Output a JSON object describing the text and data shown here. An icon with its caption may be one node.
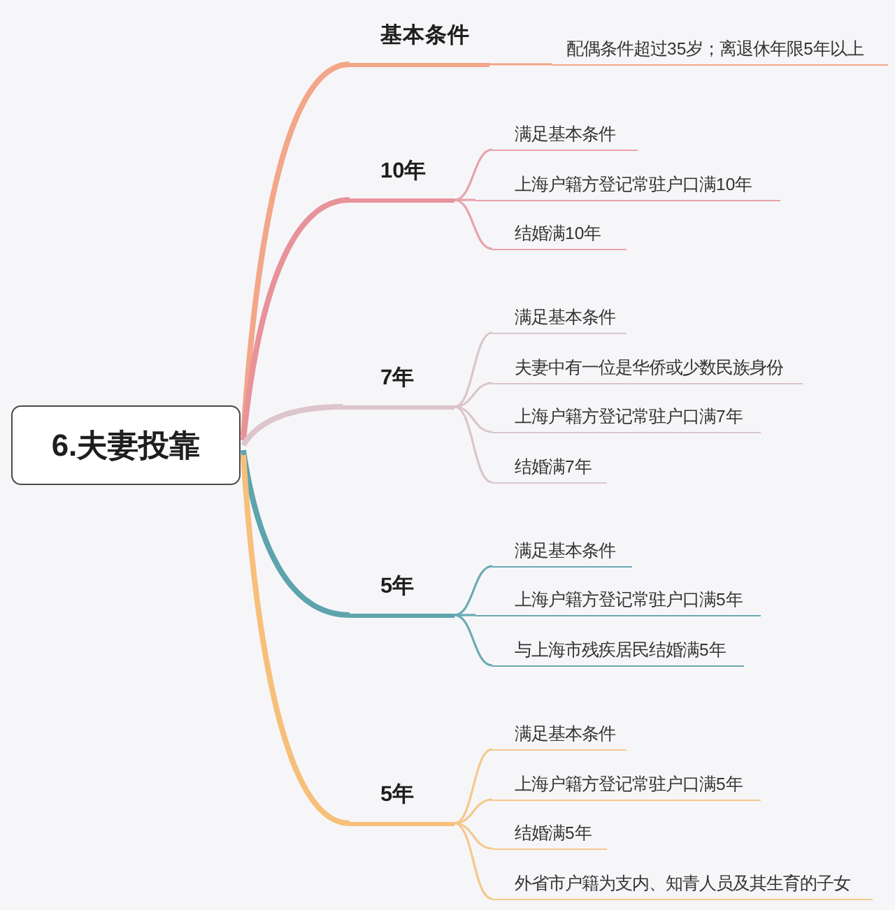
{
  "diagram": {
    "nodes": [
      {
        "text": [
          "6.夫妻投靠"
        ]
      },
      {
        "text": [
          "基本条件"
        ]
      },
      {
        "text": [
          "配偶条件超过35岁；离退休年限5年以上"
        ]
      },
      {
        "text": [
          "10年"
        ]
      },
      {
        "text": [
          "满足基本条件"
        ]
      },
      {
        "text": [
          "上海户籍方登记常驻户口满10年"
        ]
      },
      {
        "text": [
          "结婚满10年"
        ]
      },
      {
        "text": [
          "7年"
        ]
      },
      {
        "text": [
          "满足基本条件"
        ]
      },
      {
        "text": [
          "夫妻中有一位是华侨或少数民族身份"
        ]
      },
      {
        "text": [
          "上海户籍方登记常驻户口满7年"
        ]
      },
      {
        "text": [
          "结婚满7年"
        ]
      },
      {
        "text": [
          "5年"
        ]
      },
      {
        "text": [
          "满足基本条件"
        ]
      },
      {
        "text": [
          "上海户籍方登记常驻户口满5年"
        ]
      },
      {
        "text": [
          "与上海市残疾居民结婚满5年"
        ]
      },
      {
        "text": [
          "5年"
        ]
      },
      {
        "text": [
          "满足基本条件"
        ]
      },
      {
        "text": [
          "上海户籍方登记常驻户口满5年"
        ]
      },
      {
        "text": [
          "结婚满5年"
        ]
      },
      {
        "text": [
          "外省市户籍为支内、知青人员及其生育的子女"
        ]
      }
    ],
    "edges": [
      {
        "from": 0,
        "to": 1,
        "arrow": "none",
        "style": "thick",
        "color": "#f3a688"
      },
      {
        "from": 1,
        "to": 2,
        "arrow": "none",
        "color": "#f3a688"
      },
      {
        "from": 0,
        "to": 3,
        "arrow": "none",
        "style": "thick",
        "color": "#e8929a"
      },
      {
        "from": 3,
        "to": 4,
        "arrow": "none",
        "color": "#e8a2aa"
      },
      {
        "from": 3,
        "to": 5,
        "arrow": "none",
        "color": "#e8a2aa"
      },
      {
        "from": 3,
        "to": 6,
        "arrow": "none",
        "color": "#e8a2aa"
      },
      {
        "from": 0,
        "to": 7,
        "arrow": "none",
        "style": "thick",
        "color": "#dcc5cb"
      },
      {
        "from": 7,
        "to": 8,
        "arrow": "none",
        "color": "#d9c6cb"
      },
      {
        "from": 7,
        "to": 9,
        "arrow": "none",
        "color": "#d9c6cb"
      },
      {
        "from": 7,
        "to": 10,
        "arrow": "none",
        "color": "#d9c6cb"
      },
      {
        "from": 7,
        "to": 11,
        "arrow": "none",
        "color": "#d9c6cb"
      },
      {
        "from": 0,
        "to": 12,
        "arrow": "none",
        "style": "thick",
        "color": "#5ea4ad"
      },
      {
        "from": 12,
        "to": 13,
        "arrow": "none",
        "color": "#6aaab2"
      },
      {
        "from": 12,
        "to": 14,
        "arrow": "none",
        "color": "#6aaab2"
      },
      {
        "from": 12,
        "to": 15,
        "arrow": "none",
        "color": "#6aaab2"
      },
      {
        "from": 0,
        "to": 16,
        "arrow": "none",
        "style": "thick",
        "color": "#f6c07a"
      },
      {
        "from": 16,
        "to": 17,
        "arrow": "none",
        "color": "#f5c88c"
      },
      {
        "from": 16,
        "to": 18,
        "arrow": "none",
        "color": "#f5c88c"
      },
      {
        "from": 16,
        "to": 19,
        "arrow": "none",
        "color": "#f5c88c"
      },
      {
        "from": 16,
        "to": 20,
        "arrow": "none",
        "color": "#f5c88c"
      }
    ]
  }
}
